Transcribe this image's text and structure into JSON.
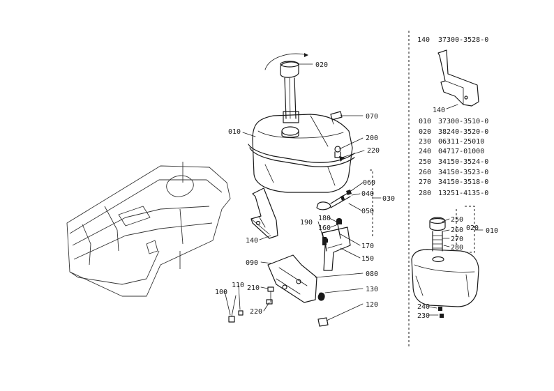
{
  "callouts": {
    "c020": "020",
    "c070": "070",
    "c010": "010",
    "c200": "200",
    "c220a": "220",
    "c060": "060",
    "c040": "040",
    "c030": "030",
    "c050": "050",
    "c190": "190",
    "c180": "180",
    "c160": "160",
    "c170": "170",
    "c150": "150",
    "c140": "140",
    "c090": "090",
    "c080": "080",
    "c130": "130",
    "c120": "120",
    "c100": "100",
    "c110": "110",
    "c210": "210",
    "c220b": "220"
  },
  "detail_callouts": {
    "d140": "140",
    "d250": "250",
    "d260": "260",
    "d270": "270",
    "d280": "280",
    "d020": "020",
    "d010": "010",
    "d240": "240",
    "d230": "230"
  },
  "parts_list_top": {
    "ref": "140",
    "part": "37300-3528-0"
  },
  "parts_list": [
    {
      "ref": "010",
      "part": "37300-3510-0"
    },
    {
      "ref": "020",
      "part": "38240-3520-0"
    },
    {
      "ref": "230",
      "part": "06311-25010"
    },
    {
      "ref": "240",
      "part": "04717-01000"
    },
    {
      "ref": "250",
      "part": "34150-3524-0"
    },
    {
      "ref": "260",
      "part": "34150-3523-0"
    },
    {
      "ref": "270",
      "part": "34150-3518-0"
    },
    {
      "ref": "280",
      "part": "13251-4135-0"
    }
  ]
}
